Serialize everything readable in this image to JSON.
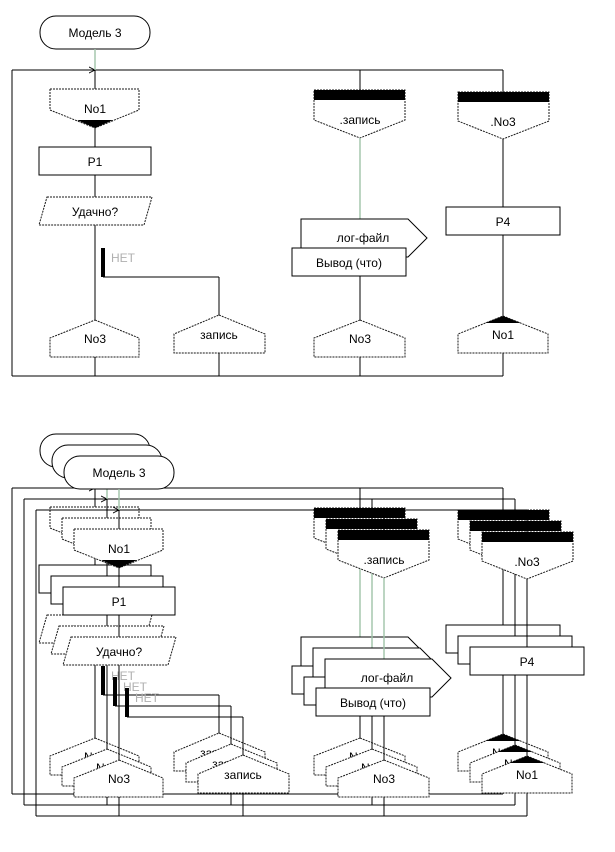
{
  "diagrams": [
    {
      "id": "single",
      "copies": 1,
      "title": "Модель 3",
      "branches": [
        {
          "name": "main",
          "entry": "No1",
          "steps": [
            "P1",
            "Удачно?"
          ],
          "condition_no_label": "НЕТ",
          "exits": [
            "No3",
            "запись"
          ]
        },
        {
          "name": "write",
          "entry": ".запись",
          "output": {
            "device": "лог-файл",
            "label": "Вывод (что)"
          },
          "exits": [
            "No3"
          ]
        },
        {
          "name": "no3",
          "entry": ".No3",
          "steps": [
            "P4"
          ],
          "exits": [
            "No1"
          ]
        }
      ]
    },
    {
      "id": "stacked",
      "copies": 3,
      "title": "Модель 3",
      "branches": [
        {
          "name": "main",
          "entry": "No1",
          "steps": [
            "P1",
            "Удачно?"
          ],
          "condition_no_label": "НЕТ",
          "exits": [
            "No3",
            "запись"
          ]
        },
        {
          "name": "write",
          "entry": ".запись",
          "output": {
            "device": "лог-файл",
            "label": "Вывод (что)"
          },
          "exits": [
            "No3"
          ]
        },
        {
          "name": "no3",
          "entry": ".No3",
          "steps": [
            "P4"
          ],
          "exits": [
            "No1"
          ]
        }
      ]
    }
  ],
  "labels": {
    "title": "Модель 3",
    "no1": "No1",
    "p1": "P1",
    "question": "Удачно?",
    "no": "НЕТ",
    "no3": "No3",
    "write_exit": "запись",
    "write_entry": ".запись",
    "log_file": "лог-файл",
    "output": "Вывод (что)",
    "no3_entry": ".No3",
    "p4": "P4",
    "no1_exit": "No1"
  }
}
